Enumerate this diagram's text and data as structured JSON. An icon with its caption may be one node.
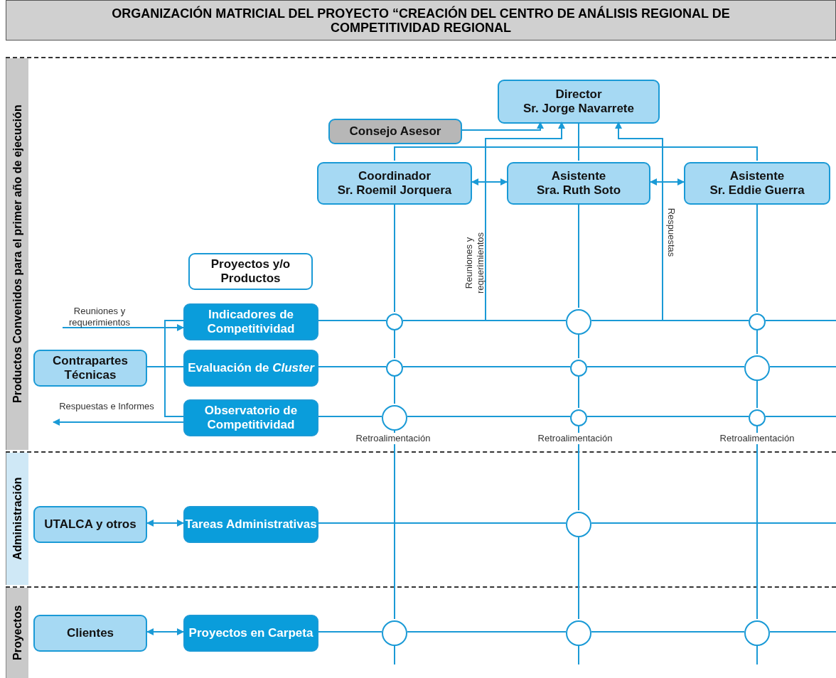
{
  "diagram": {
    "title": "ORGANIZACIÓN MATRICIAL DEL PROYECTO “CREACIÓN DEL CENTRO DE ANÁLISIS REGIONAL DE COMPETITIVIDAD REGIONAL",
    "nodes": [
      {
        "text": [
          "Productos Convenidos para el primer año de ejecución"
        ]
      },
      {
        "text": [
          "Director",
          "Sr. Jorge Navarrete"
        ],
        "in": 0
      },
      {
        "text": [
          "Consejo Asesor"
        ],
        "in": 0
      },
      {
        "text": [
          "Coordinador",
          "Sr. Roemil Jorquera"
        ],
        "in": 0
      },
      {
        "text": [
          "Asistente",
          "Sra. Ruth Soto"
        ],
        "in": 0
      },
      {
        "text": [
          "Asistente",
          "Sr. Eddie Guerra"
        ],
        "in": 0
      },
      {
        "text": [
          "Proyectos y/o Productos"
        ],
        "in": 0
      },
      {
        "text": [
          "Indicadores de Competitividad"
        ],
        "in": 0
      },
      {
        "text": [
          "Contrapartes Técnicas"
        ],
        "in": 0
      },
      {
        "text": [
          "Evaluación de *Cluster*"
        ],
        "in": 0
      },
      {
        "text": [
          "Observatorio de Competitividad"
        ],
        "in": 0
      },
      {
        "text": [],
        "shape": "circle",
        "in": 0
      },
      {
        "text": [],
        "shape": "circle",
        "in": 0
      },
      {
        "text": [],
        "shape": "circle",
        "in": 0
      },
      {
        "text": [],
        "shape": "circle",
        "in": 0
      },
      {
        "text": [],
        "shape": "circle",
        "in": 0
      },
      {
        "text": [],
        "shape": "circle",
        "in": 0
      },
      {
        "text": [],
        "shape": "circle",
        "in": 0
      },
      {
        "text": [],
        "shape": "circle",
        "in": 0
      },
      {
        "text": [],
        "shape": "circle",
        "in": 0
      },
      {
        "text": [
          "Administración"
        ]
      },
      {
        "text": [
          "UTALCA y otros"
        ],
        "in": 20
      },
      {
        "text": [
          "Tareas Administrativas"
        ],
        "in": 20
      },
      {
        "text": [],
        "shape": "circle",
        "in": 20
      },
      {
        "text": [
          "Proyectos"
        ]
      },
      {
        "text": [
          "Clientes"
        ],
        "in": 24
      },
      {
        "text": [
          "Proyectos en Carpeta"
        ],
        "in": 24
      },
      {
        "text": [],
        "shape": "circle",
        "in": 24
      },
      {
        "text": [],
        "shape": "circle",
        "in": 24
      },
      {
        "text": [],
        "shape": "circle",
        "in": 24
      }
    ],
    "edges": [
      {
        "from": 1,
        "to": 3,
        "arrow": "none"
      },
      {
        "from": 1,
        "to": 4,
        "arrow": "none"
      },
      {
        "from": 1,
        "to": 5,
        "arrow": "none"
      },
      {
        "from": 2,
        "to": 1,
        "arrow": "to"
      },
      {
        "from": 3,
        "to": 4,
        "arrow": "both"
      },
      {
        "from": 4,
        "to": 5,
        "arrow": "both"
      },
      {
        "from": null,
        "to": 1,
        "arrow": "to",
        "label": "Reuniones y requerimientos"
      },
      {
        "from": null,
        "to": 1,
        "arrow": "to",
        "label": "Respuestas"
      },
      {
        "from": 3,
        "to": 11,
        "arrow": "none"
      },
      {
        "from": 11,
        "to": 14,
        "arrow": "none"
      },
      {
        "from": 14,
        "to": 17,
        "arrow": "none"
      },
      {
        "from": 17,
        "to": 27,
        "arrow": "none"
      },
      {
        "from": 27,
        "to": null,
        "arrow": "none"
      },
      {
        "from": 4,
        "to": 12,
        "arrow": "none"
      },
      {
        "from": 12,
        "to": 15,
        "arrow": "none"
      },
      {
        "from": 15,
        "to": 18,
        "arrow": "none"
      },
      {
        "from": 18,
        "to": 23,
        "arrow": "none"
      },
      {
        "from": 23,
        "to": 28,
        "arrow": "none"
      },
      {
        "from": 28,
        "to": null,
        "arrow": "none"
      },
      {
        "from": 5,
        "to": 13,
        "arrow": "none"
      },
      {
        "from": 13,
        "to": 16,
        "arrow": "none"
      },
      {
        "from": 16,
        "to": 19,
        "arrow": "none"
      },
      {
        "from": 19,
        "to": 29,
        "arrow": "none"
      },
      {
        "from": 29,
        "to": null,
        "arrow": "none"
      },
      {
        "from": 7,
        "to": 11,
        "arrow": "none"
      },
      {
        "from": 11,
        "to": 12,
        "arrow": "none"
      },
      {
        "from": 12,
        "to": 13,
        "arrow": "none"
      },
      {
        "from": 13,
        "to": null,
        "arrow": "none"
      },
      {
        "from": 9,
        "to": 14,
        "arrow": "none"
      },
      {
        "from": 14,
        "to": 15,
        "arrow": "none"
      },
      {
        "from": 15,
        "to": 16,
        "arrow": "none"
      },
      {
        "from": 16,
        "to": null,
        "arrow": "none"
      },
      {
        "from": 10,
        "to": 17,
        "arrow": "none"
      },
      {
        "from": 17,
        "to": 18,
        "arrow": "none"
      },
      {
        "from": 18,
        "to": 19,
        "arrow": "none"
      },
      {
        "from": 19,
        "to": null,
        "arrow": "none"
      },
      {
        "from": 22,
        "to": 23,
        "arrow": "none"
      },
      {
        "from": 23,
        "to": null,
        "arrow": "none"
      },
      {
        "from": 26,
        "to": 27,
        "arrow": "none"
      },
      {
        "from": 27,
        "to": 28,
        "arrow": "none"
      },
      {
        "from": 28,
        "to": 29,
        "arrow": "none"
      },
      {
        "from": 29,
        "to": null,
        "arrow": "none"
      },
      {
        "from": 8,
        "to": 7,
        "arrow": "none"
      },
      {
        "from": 8,
        "to": 9,
        "arrow": "none"
      },
      {
        "from": 8,
        "to": 10,
        "arrow": "none"
      },
      {
        "from": null,
        "to": 7,
        "arrow": "to",
        "label": "Reuniones y requerimientos"
      },
      {
        "from": 10,
        "to": null,
        "arrow": "to",
        "label": "Respuestas e Informes"
      },
      {
        "from": 21,
        "to": 22,
        "arrow": "both"
      },
      {
        "from": 25,
        "to": 26,
        "arrow": "both"
      }
    ],
    "labels": [
      "Retroalimentación",
      "Retroalimentación",
      "Retroalimentación"
    ]
  }
}
